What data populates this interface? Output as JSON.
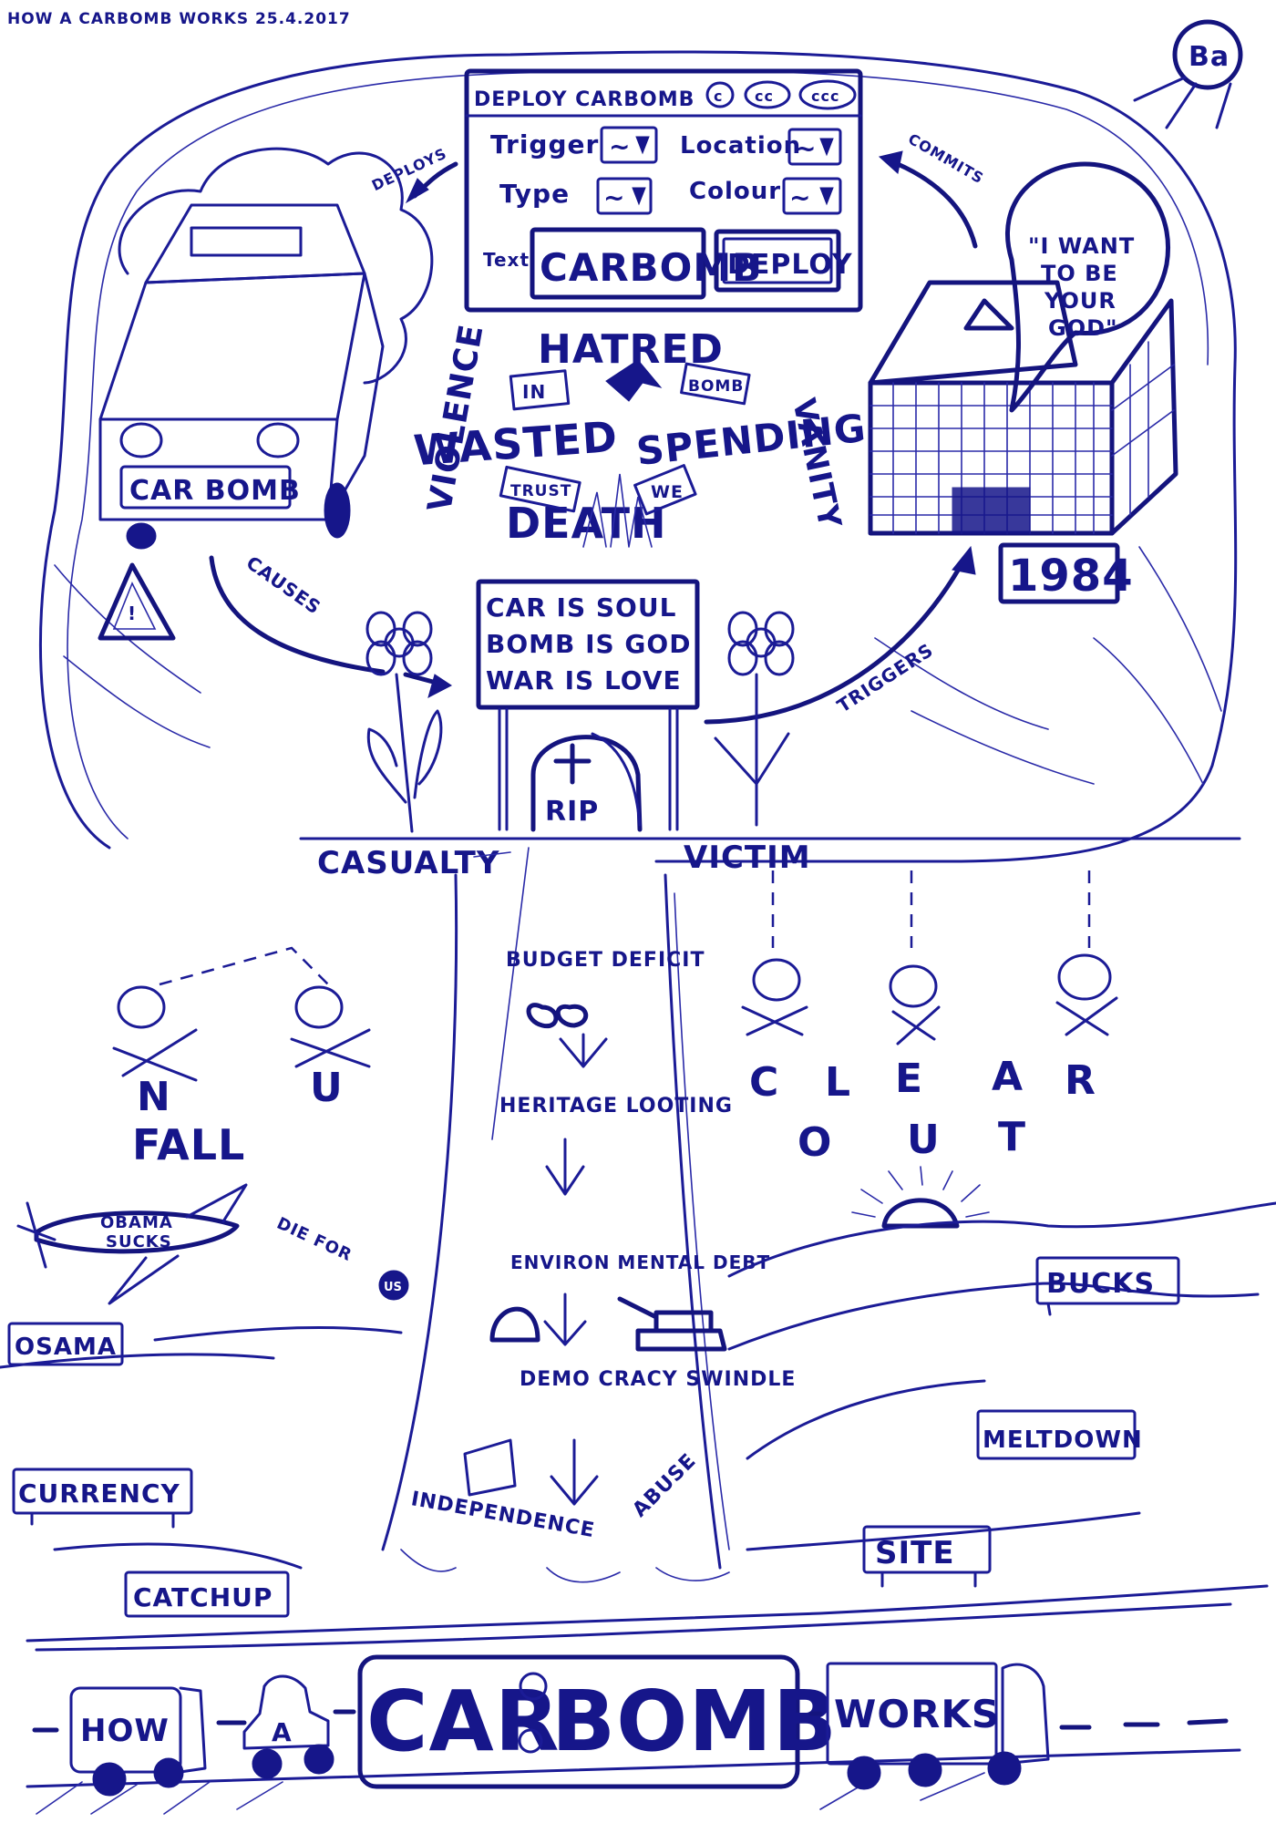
{
  "header": {
    "title": "HOW A CARBOMB WORKS 25.4.2017",
    "signature": "Ba"
  },
  "dialog": {
    "title": "DEPLOY CARBOMB",
    "window_controls": [
      "c",
      "cc",
      "ccc"
    ],
    "fields": [
      {
        "label": "Trigger",
        "value": "~"
      },
      {
        "label": "Location",
        "value": "~"
      },
      {
        "label": "Type",
        "value": "~"
      },
      {
        "label": "Colour",
        "value": "~"
      }
    ],
    "text_label": "Text",
    "text_value": "CARBOMB",
    "deploy_button": "DEPLOY"
  },
  "arrows": {
    "deploys": "DEPLOYS",
    "commits": "COMMITS",
    "causes": "CAUSES",
    "triggers": "TRIGGERS"
  },
  "car": {
    "plate": "CAR BOMB"
  },
  "building": {
    "speech": [
      "\"I WANT",
      "TO BE",
      "YOUR",
      "GOD\""
    ],
    "sign": "1984"
  },
  "crown": {
    "violence": "VIOLENCE",
    "vanity": "VANITY",
    "hatred": "HATRED",
    "wasted": "WASTED",
    "spending": "SPENDING",
    "death": "DEATH",
    "banknotes": [
      "IN",
      "BOMB",
      "TRUST",
      "WE"
    ]
  },
  "billboard": {
    "lines": [
      "CAR IS SOUL",
      "BOMB IS GOD",
      "WAR IS LOVE"
    ]
  },
  "tombstone": {
    "text": "RIP"
  },
  "labels": {
    "casualty": "CASUALTY",
    "victim": "VICTIM"
  },
  "trunk": {
    "items": [
      "BUDGET DEFICIT",
      "HERITAGE LOOTING",
      "ENVIRON MENTAL DEBT",
      "DEMO CRACY SWINDLE"
    ],
    "base_left": "INDEPENDENCE",
    "base_right": "ABUSE"
  },
  "left_skulls": {
    "letters": [
      "N",
      "U"
    ],
    "word": "FALL"
  },
  "right_skulls": {
    "line1": [
      "C",
      "L",
      "E",
      "A",
      "R"
    ],
    "line2": [
      "O",
      "U",
      "T"
    ]
  },
  "plane": {
    "body_text": [
      "OBAMA",
      "SUCKS"
    ],
    "trail": "DIE FOR",
    "bomb": "US"
  },
  "signs": {
    "osama": "OSAMA",
    "currency": "CURRENCY",
    "catchup": "CATCHUP",
    "bucks": "BUCKS",
    "meltdown": "MELTDOWN",
    "site": "SITE"
  },
  "convoy": {
    "how": "HOW",
    "a": "A",
    "car": "CAR",
    "bomb": "BOMB",
    "works": "WORKS"
  },
  "colors": {
    "ink": "#16168a",
    "paper": "#ffffff"
  }
}
